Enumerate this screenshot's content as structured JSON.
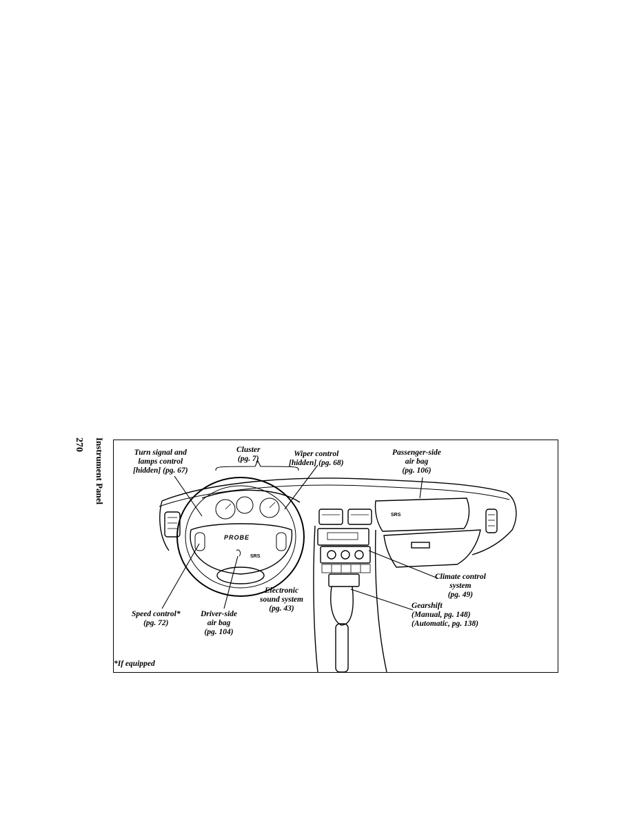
{
  "page": {
    "page_number": "270",
    "section_title": "Instrument Panel"
  },
  "figure": {
    "callouts": {
      "turn_signal": "Turn signal and\nlamps control\n[hidden] (pg. 67)",
      "cluster": "Cluster\n(pg. 7)",
      "wiper": "Wiper control\n[hidden] (pg. 68)",
      "passenger_airbag": "Passenger-side\nair bag\n(pg. 106)",
      "climate": "Climate control\nsystem\n(pg. 49)",
      "sound": "Electronic\nsound system\n(pg. 43)",
      "gearshift": "Gearshift\n(Manual, pg. 148)\n(Automatic, pg. 138)",
      "speed_control": "Speed control*\n(pg. 72)",
      "driver_airbag": "Driver-side\nair bag\n(pg. 104)"
    },
    "footnote": "*If equipped",
    "drawing_labels": {
      "srs_passenger": "SRS",
      "srs_driver": "SRS",
      "wheel_logo": "PROBE"
    }
  }
}
